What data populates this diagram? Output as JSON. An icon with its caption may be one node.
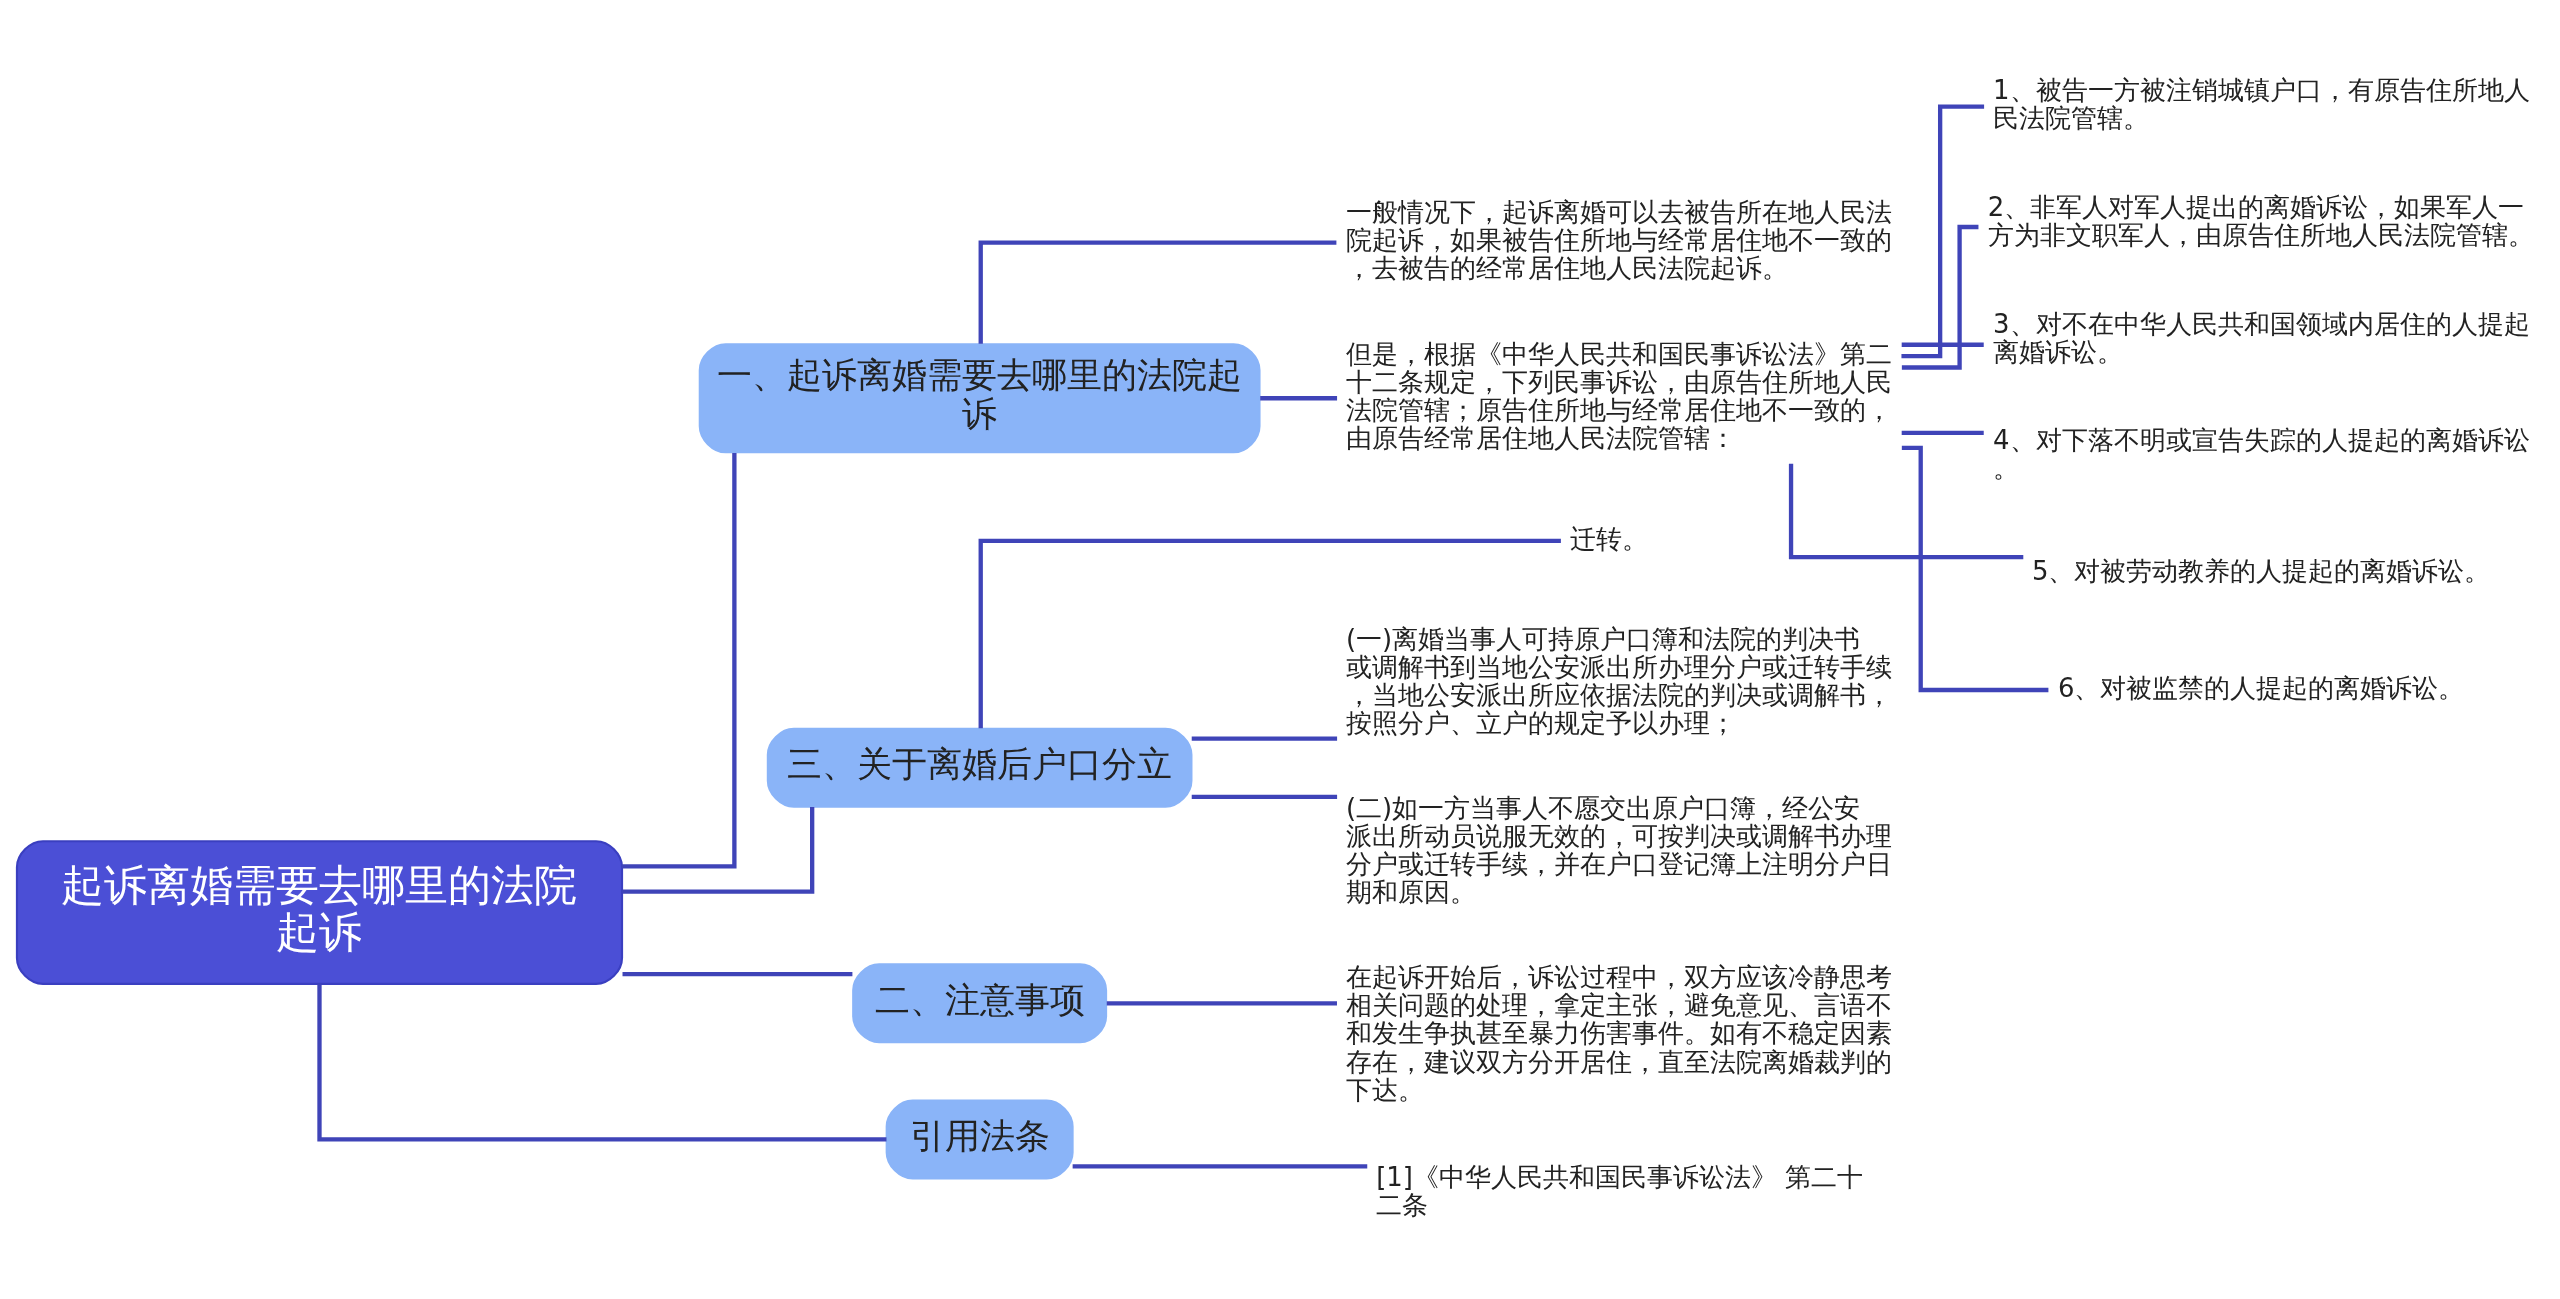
{
  "diagram": {
    "nodes": [
      {
        "text": [
          "起诉离婚需要去哪里的法院起诉"
        ]
      },
      {
        "text": [
          "一、起诉离婚需要去哪里的法院起诉"
        ]
      },
      {
        "text": [
          "一般情况下，起诉离婚可以去被告所在地人民法院起诉，如果被告住所地与经常居住地不一致的，去被告的经常居住地人民法院起诉。"
        ]
      },
      {
        "text": [
          "但是，根据《中华人民共和国民事诉讼法》第二十二条规定，下列民事诉讼，由原告住所地人民法院管辖；原告住所地与经常居住地不一致的，由原告经常居住地人民法院管辖："
        ]
      },
      {
        "text": [
          "1、被告一方被注销城镇户口，有原告住所地人民法院管辖。"
        ]
      },
      {
        "text": [
          "2、非军人对军人提出的离婚诉讼，如果军人一方为非文职军人，由原告住所地人民法院管辖。"
        ]
      },
      {
        "text": [
          "3、对不在中华人民共和国领域内居住的人提起离婚诉讼。"
        ]
      },
      {
        "text": [
          "4、对下落不明或宣告失踪的人提起的离婚诉讼。"
        ]
      },
      {
        "text": [
          "5、对被劳动教养的人提起的离婚诉讼。"
        ]
      },
      {
        "text": [
          "6、对被监禁的人提起的离婚诉讼。"
        ]
      },
      {
        "text": [
          "三、关于离婚后户口分立"
        ]
      },
      {
        "text": [
          "迁转。"
        ]
      },
      {
        "text": [
          "(一)离婚当事人可持原户口簿和法院的判决书或调解书到当地公安派出所办理分户或迁转手续，当地公安派出所应依据法院的判决或调解书，按照分户、立户的规定予以办理；"
        ]
      },
      {
        "text": [
          "(二)如一方当事人不愿交出原户口簿，经公安派出所动员说服无效的，可按判决或调解书办理分户或迁转手续，并在户口登记簿上注明分户日期和原因。"
        ]
      },
      {
        "text": [
          "二、注意事项"
        ]
      },
      {
        "text": [
          "在起诉开始后，诉讼过程中，双方应该冷静思考相关问题的处理，拿定主张，避免意见、言语不和发生争执甚至暴力伤害事件。如有不稳定因素存在，建议双方分开居住，直至法院离婚裁判的下达。"
        ]
      },
      {
        "text": [
          "引用法条"
        ]
      },
      {
        "text": [
          "[1]《中华人民共和国民事诉讼法》 第二十二条"
        ]
      }
    ],
    "edges": [
      {
        "from": 0,
        "to": 1,
        "arrow": "none"
      },
      {
        "from": 1,
        "to": 2,
        "arrow": "none"
      },
      {
        "from": 1,
        "to": 3,
        "arrow": "none"
      },
      {
        "from": 3,
        "to": 4,
        "arrow": "none"
      },
      {
        "from": 3,
        "to": 5,
        "arrow": "none"
      },
      {
        "from": 3,
        "to": 6,
        "arrow": "none"
      },
      {
        "from": 3,
        "to": 7,
        "arrow": "none"
      },
      {
        "from": 3,
        "to": 8,
        "arrow": "none"
      },
      {
        "from": 3,
        "to": 9,
        "arrow": "none"
      },
      {
        "from": 0,
        "to": 10,
        "arrow": "none"
      },
      {
        "from": 10,
        "to": 11,
        "arrow": "none"
      },
      {
        "from": 10,
        "to": 12,
        "arrow": "none"
      },
      {
        "from": 10,
        "to": 13,
        "arrow": "none"
      },
      {
        "from": 0,
        "to": 14,
        "arrow": "none"
      },
      {
        "from": 14,
        "to": 15,
        "arrow": "none"
      },
      {
        "from": 0,
        "to": 16,
        "arrow": "none"
      },
      {
        "from": 16,
        "to": 17,
        "arrow": "none"
      }
    ]
  }
}
